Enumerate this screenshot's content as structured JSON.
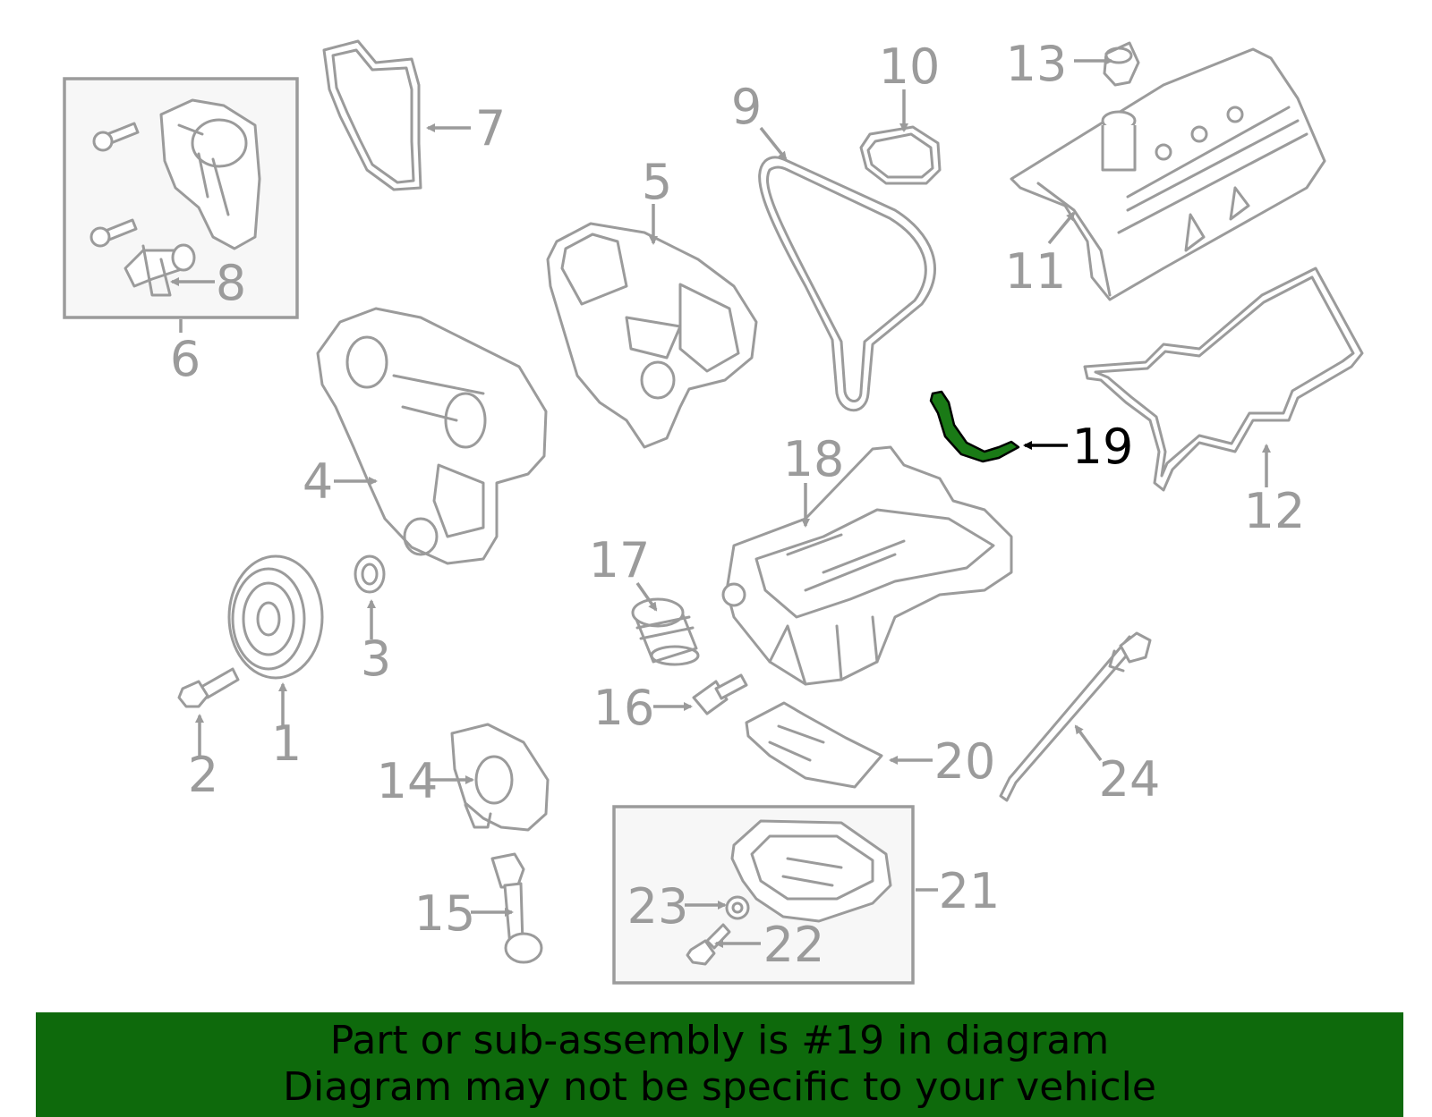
{
  "diagram": {
    "highlight_color": "#0e6a0c",
    "line_color": "#9b9b9b",
    "callouts": {
      "c1": "1",
      "c2": "2",
      "c3": "3",
      "c4": "4",
      "c5": "5",
      "c6": "6",
      "c7": "7",
      "c8": "8",
      "c9": "9",
      "c10": "10",
      "c11": "11",
      "c12": "12",
      "c13": "13",
      "c14": "14",
      "c15": "15",
      "c16": "16",
      "c17": "17",
      "c18": "18",
      "c19": "19",
      "c20": "20",
      "c21": "21",
      "c22": "22",
      "c23": "23",
      "c24": "24"
    }
  },
  "banner": {
    "background": "#0e6a0c",
    "line1": "Part or sub-assembly is #19 in diagram",
    "line2": "Diagram may not be specific to your vehicle"
  }
}
